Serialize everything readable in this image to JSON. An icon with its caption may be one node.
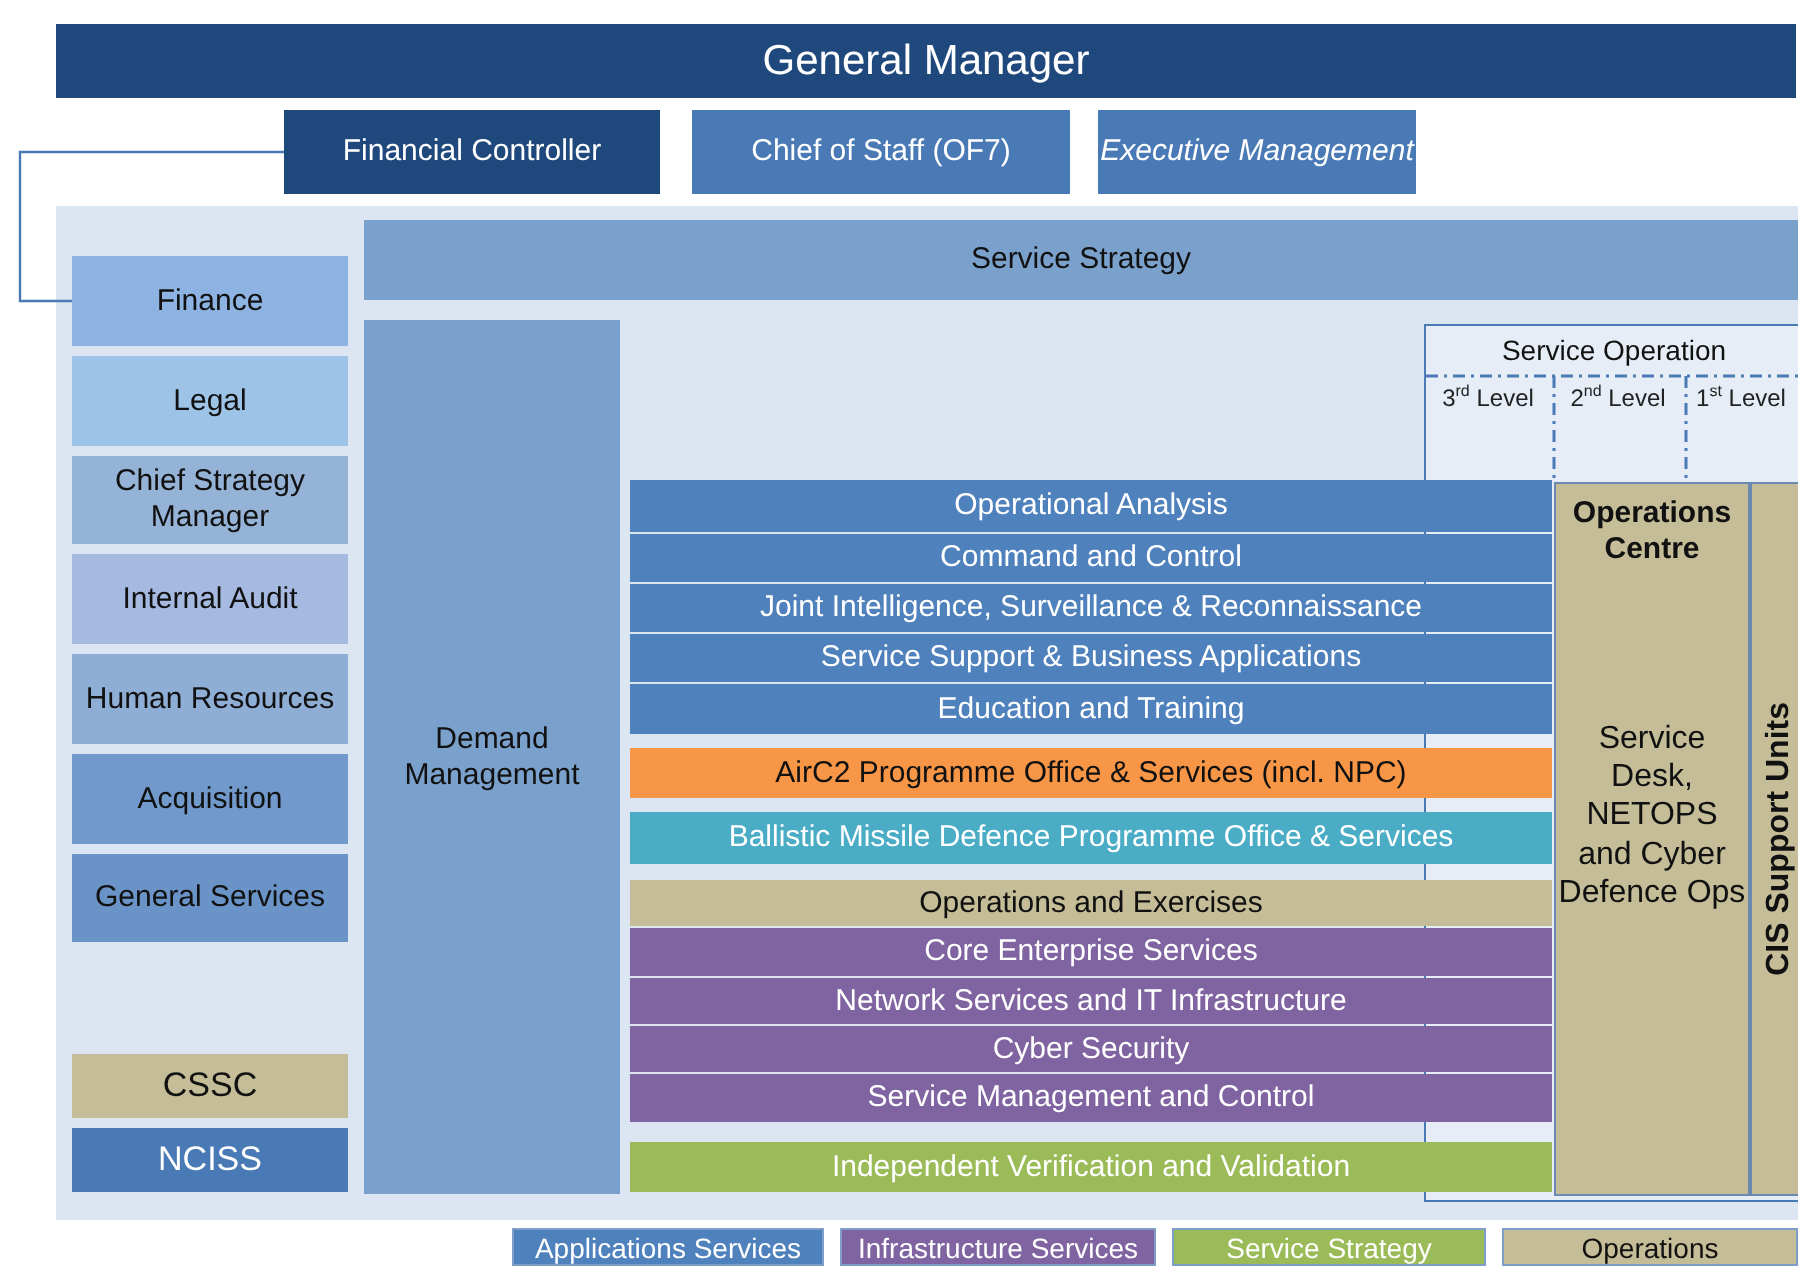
{
  "diagram": {
    "nodes": [
      {
        "text": [
          "General Manager"
        ]
      },
      {
        "text": [
          "Financial Controller"
        ]
      },
      {
        "text": [
          "Chief of Staff (OF7)"
        ]
      },
      {
        "text": [
          "Executive Management"
        ]
      },
      {
        "text": [
          "Service Strategy"
        ]
      },
      {
        "text": [
          "Finance"
        ]
      },
      {
        "text": [
          "Legal"
        ]
      },
      {
        "text": [
          "Chief Strategy Manager"
        ]
      },
      {
        "text": [
          "Internal Audit"
        ]
      },
      {
        "text": [
          "Human Resources"
        ]
      },
      {
        "text": [
          "Acquisition"
        ]
      },
      {
        "text": [
          "General Services"
        ]
      },
      {
        "text": [
          "CSSC"
        ]
      },
      {
        "text": [
          "NCISS"
        ]
      },
      {
        "text": [
          "Demand Management"
        ]
      },
      {
        "text": [
          "Service Operation"
        ]
      },
      {
        "text": [
          "Operations Centre",
          "Service Desk, NETOPS and Cyber Defence Ops"
        ],
        "in": 15
      },
      {
        "text": [
          "CIS Support Units"
        ],
        "in": 15
      },
      {
        "text": [
          "Operational Analysis"
        ]
      },
      {
        "text": [
          "Command and Control"
        ]
      },
      {
        "text": [
          "Joint Intelligence,  Surveillance & Reconnaissance"
        ]
      },
      {
        "text": [
          "Service Support & Business Applications"
        ]
      },
      {
        "text": [
          "Education and Training"
        ]
      },
      {
        "text": [
          "AirC2 Programme Office & Services (incl. NPC)"
        ]
      },
      {
        "text": [
          "Ballistic Missile Defence Programme Office & Services"
        ]
      },
      {
        "text": [
          "Operations and Exercises"
        ]
      },
      {
        "text": [
          "Core Enterprise Services"
        ]
      },
      {
        "text": [
          "Network Services and IT Infrastructure"
        ]
      },
      {
        "text": [
          "Cyber Security"
        ]
      },
      {
        "text": [
          "Service Management and Control"
        ]
      },
      {
        "text": [
          "Independent  Verification and Validation"
        ]
      }
    ],
    "edges": [
      {
        "from": 1,
        "to": 5,
        "arrow": "none"
      }
    ],
    "labels": [
      "3$^{rd}$ Level",
      "2$^{nd}$ Level",
      "1$^{st}$ Level"
    ],
    "legend": [
      {
        "text": "Applications Services",
        "color": "#4f81bd"
      },
      {
        "text": "Infrastructure Services",
        "color": "#8064a2"
      },
      {
        "text": "Service Strategy",
        "color": "#9bbb59"
      },
      {
        "text": "Operations",
        "color": "#c4bd97"
      }
    ]
  }
}
